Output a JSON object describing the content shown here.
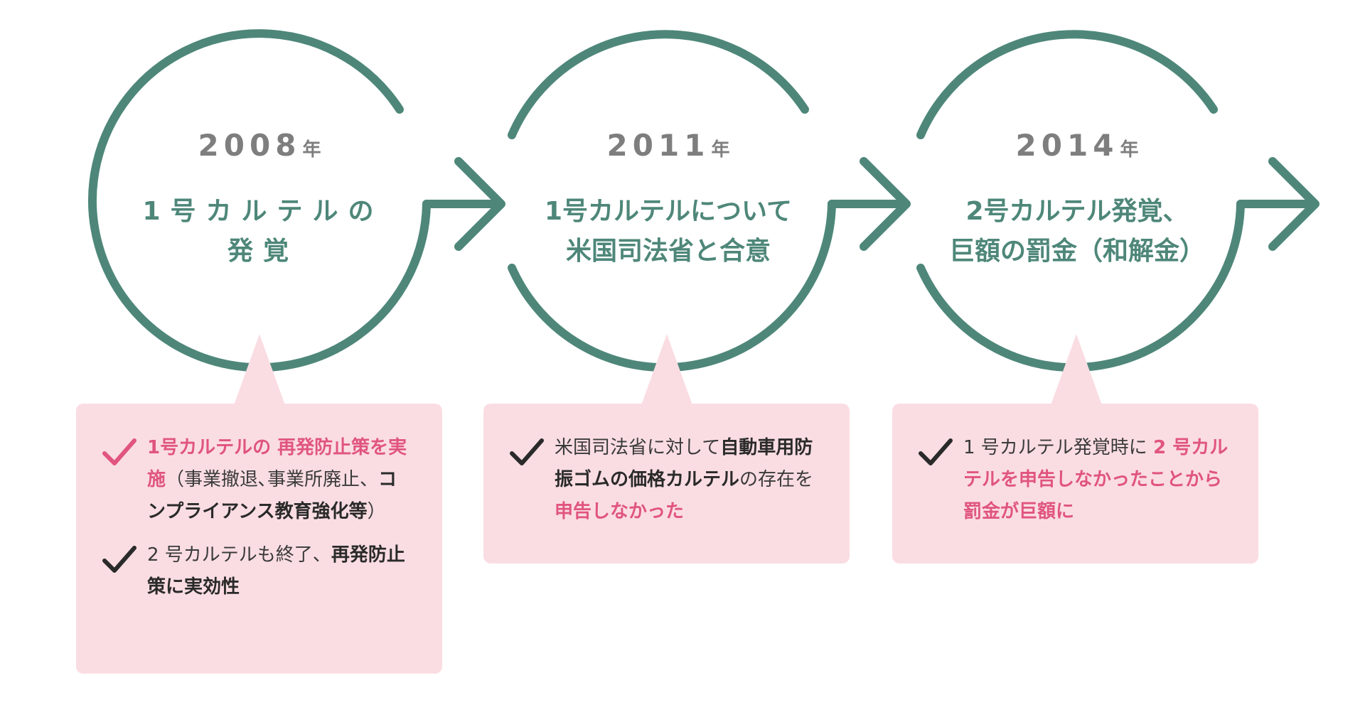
{
  "colors": {
    "ring": "#4e8779",
    "year": "#7e7e7e",
    "callout_bg": "#fadde3",
    "highlight": "#e0557f",
    "check_pink": "#e0557f",
    "check_dark": "#2a2a2a"
  },
  "stages": [
    {
      "year": "2008",
      "year_suffix": "年",
      "title_lines": [
        "1号カルテルの",
        "発覚"
      ],
      "items": [
        {
          "check_icon": "check-pink-icon",
          "segments": [
            {
              "text": "1号カルテルの 再発防止策を実施",
              "style": "pink"
            },
            {
              "text": "（事業撤退､事業所廃止、",
              "style": "normal"
            },
            {
              "text": "コンプライアンス教育強化等",
              "style": "dark"
            },
            {
              "text": "）",
              "style": "normal"
            }
          ]
        },
        {
          "check_icon": "check-dark-icon",
          "segments": [
            {
              "text": "2 号カルテルも終了、",
              "style": "normal"
            },
            {
              "text": "再発防止策に実効性",
              "style": "dark"
            }
          ]
        }
      ]
    },
    {
      "year": "2011",
      "year_suffix": "年",
      "title_lines": [
        "1号カルテルについて",
        "米国司法省と合意"
      ],
      "items": [
        {
          "check_icon": "check-dark-icon",
          "segments": [
            {
              "text": "米国司法省に対して",
              "style": "normal"
            },
            {
              "text": "自動車用防振ゴムの価格カルテル",
              "style": "dark"
            },
            {
              "text": "の存在を",
              "style": "normal"
            },
            {
              "text": "申告しなかった",
              "style": "pink"
            }
          ]
        }
      ]
    },
    {
      "year": "2014",
      "year_suffix": "年",
      "title_lines": [
        "2号カルテル発覚、",
        "巨額の罰金（和解金）"
      ],
      "items": [
        {
          "check_icon": "check-dark-icon",
          "segments": [
            {
              "text": "1 号カルテル発覚時に ",
              "style": "normal"
            },
            {
              "text": "2 号カルテルを申告しなかったことから罰金が巨額に",
              "style": "pink"
            }
          ]
        }
      ]
    }
  ]
}
